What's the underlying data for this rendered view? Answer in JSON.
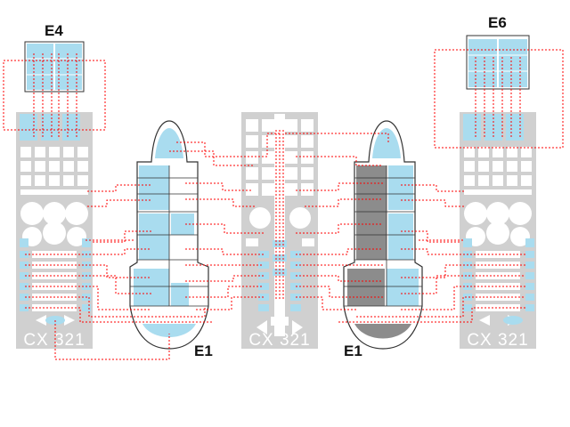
{
  "labels": {
    "left_detail": "E4",
    "right_detail": "E6",
    "left_canopy": "E1",
    "right_canopy": "E1"
  },
  "fret_marks": {
    "left": "CX 321",
    "center": "CX 321",
    "right": "CX 321"
  },
  "colors": {
    "fret": "#d0d0d0",
    "fret_part": "#ffffff",
    "masking": "#a9dcef",
    "painted": "#8c8c8c",
    "leader": "#ff0000",
    "outline": "#333333"
  }
}
